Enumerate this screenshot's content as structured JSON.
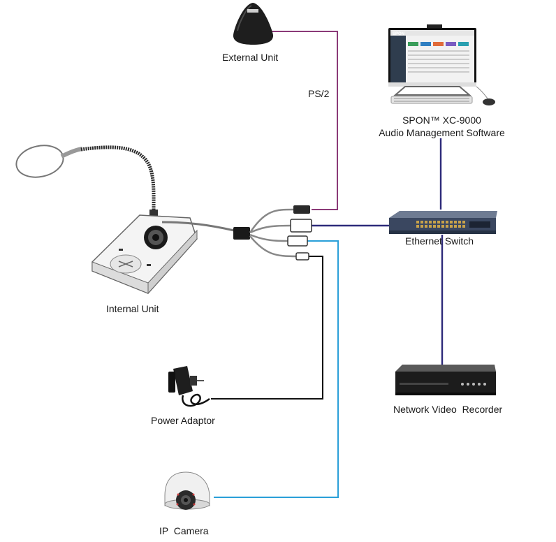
{
  "labels": {
    "external_unit": "External Unit",
    "ps2": "PS/2",
    "software_line1": "SPON™ XC-9000",
    "software_line2": "Audio Management Software",
    "internal_unit": "Internal Unit",
    "ethernet_switch": "Ethernet Switch",
    "power_adaptor": "Power Adaptor",
    "nvr": "Network Video  Recorder",
    "ip_camera": "IP  Camera"
  },
  "monitor_brand": "SPON",
  "colors": {
    "ps2_cable": "#8b3a78",
    "network_cable": "#2d2a7a",
    "power_cable": "#111111",
    "camera_cable": "#2a9fd8"
  },
  "icons": {
    "external_unit": "external-speaker-unit",
    "computer": "desktop-computer",
    "internal_unit": "gooseneck-intercom-unit",
    "switch": "ethernet-switch",
    "nvr": "network-video-recorder",
    "adaptor": "power-adaptor",
    "camera": "dome-camera"
  }
}
